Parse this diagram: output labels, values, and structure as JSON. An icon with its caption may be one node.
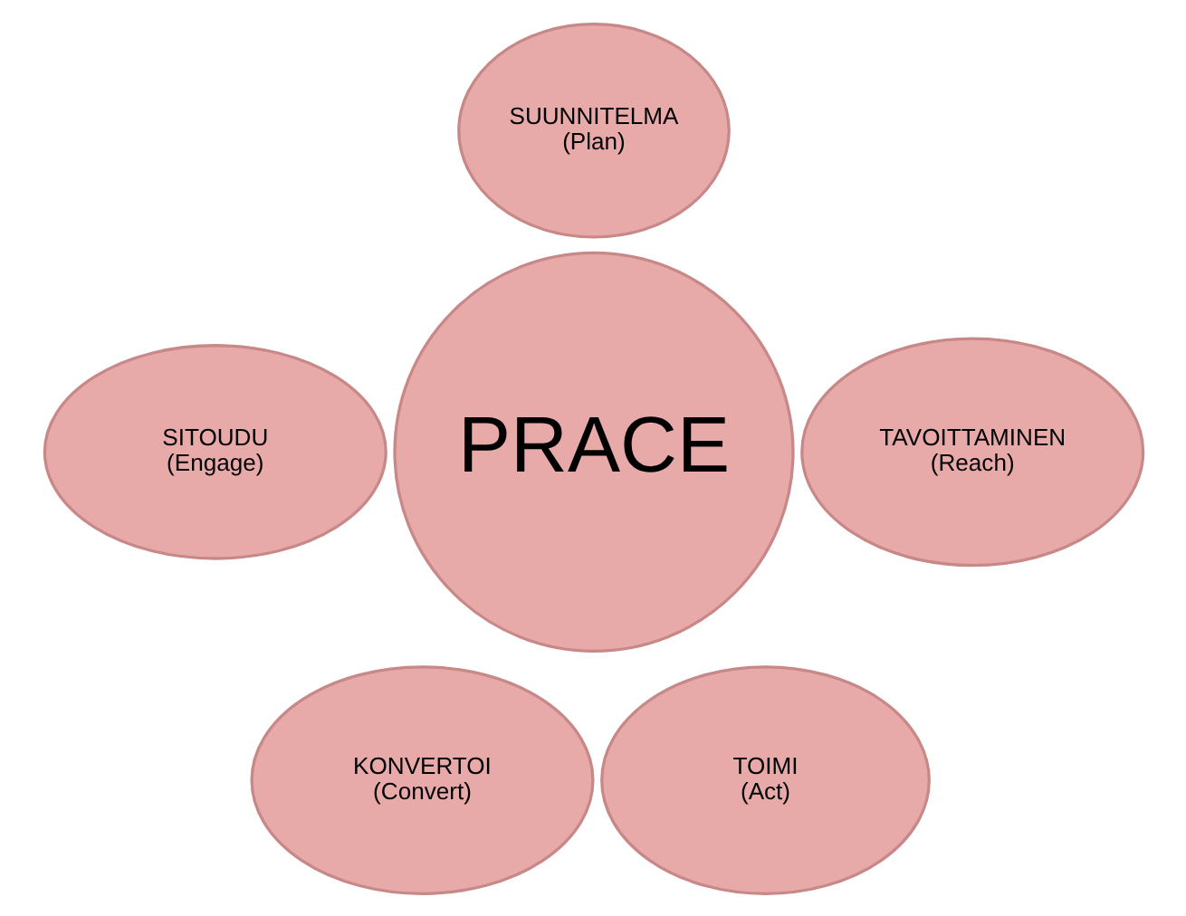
{
  "diagram": {
    "nodes": [
      {
        "text": [
          "SUUNNITELMA (Plan)"
        ]
      },
      {
        "text": [
          "SITOUDU (Engage)"
        ]
      },
      {
        "text": [
          "PRACE"
        ]
      },
      {
        "text": [
          "TAVOITTAMINEN (Reach)"
        ]
      },
      {
        "text": [
          "KONVERTOI (Convert)"
        ]
      },
      {
        "text": [
          "TOIMI (Act)"
        ]
      }
    ]
  }
}
